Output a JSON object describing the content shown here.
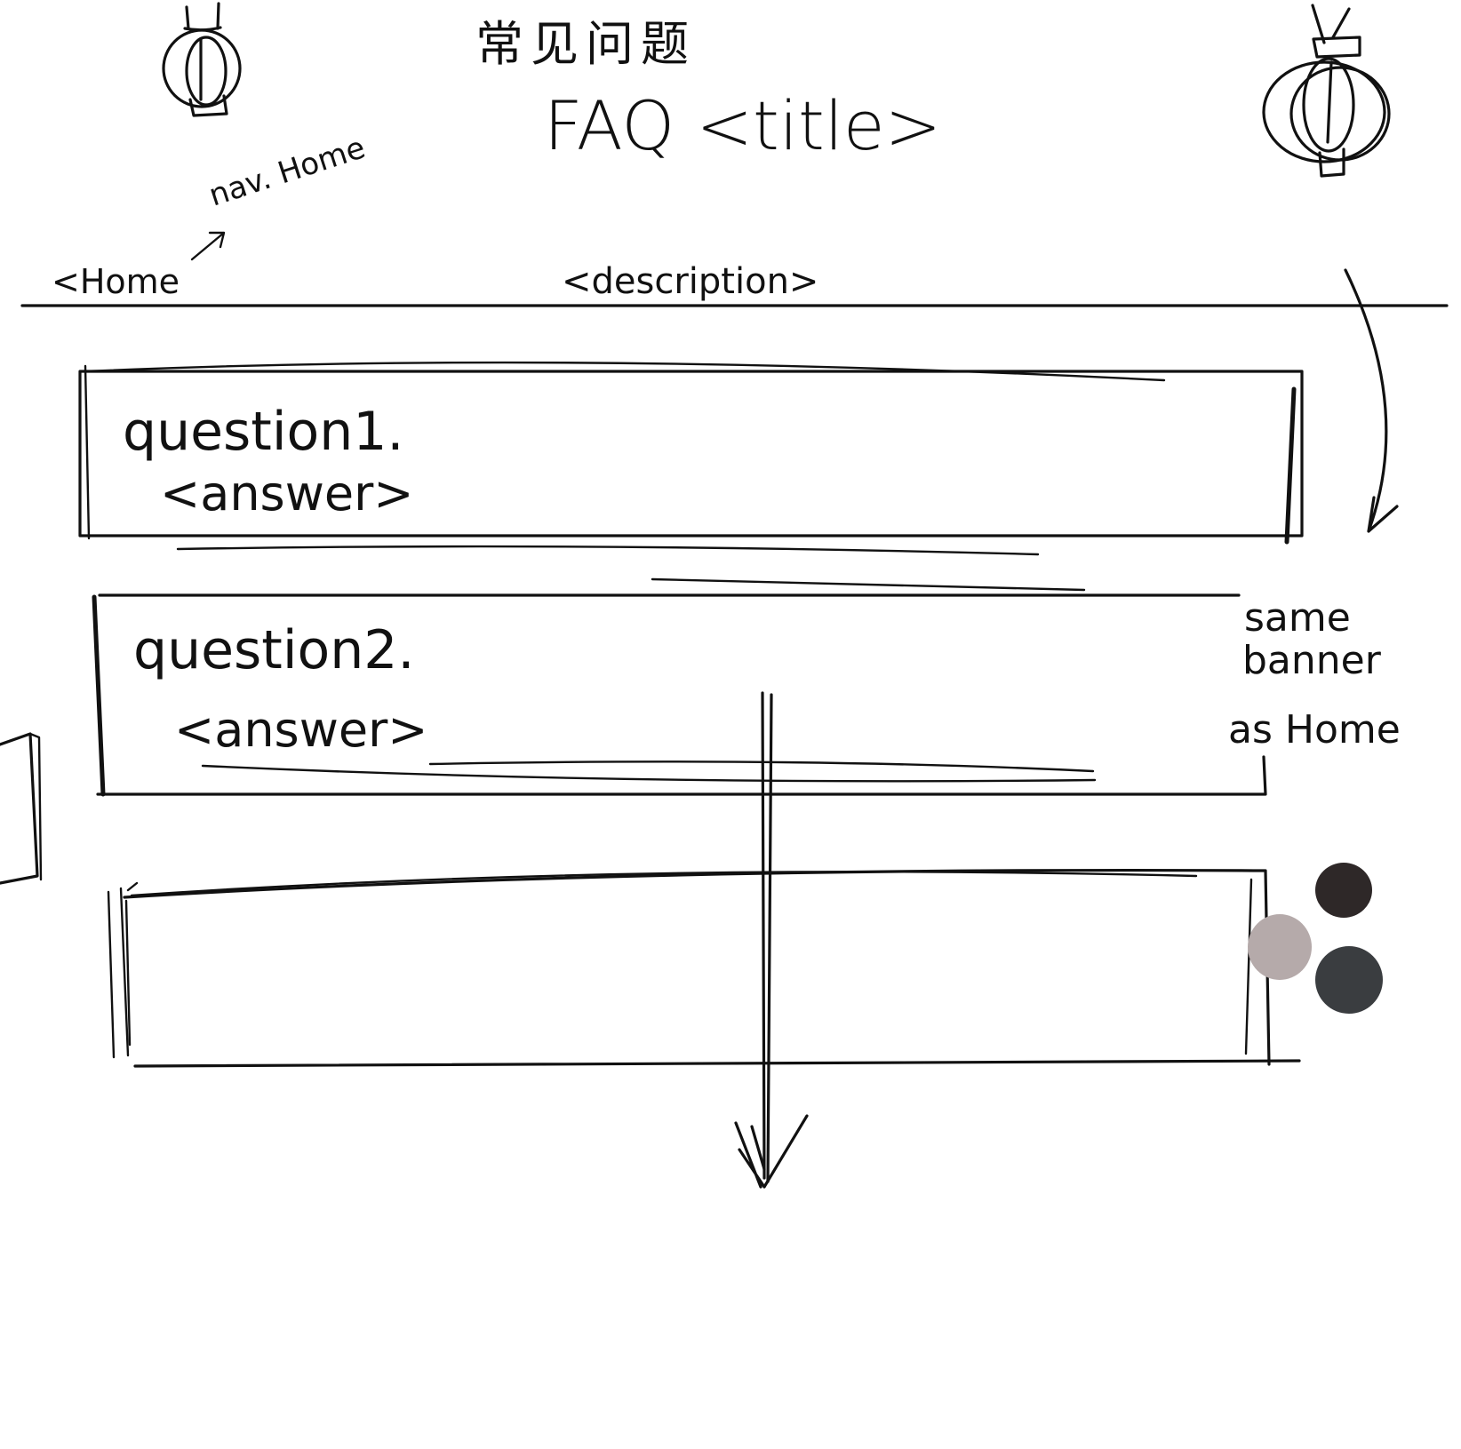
{
  "header": {
    "title_zh": "常见问题",
    "title": "FAQ <title>",
    "home_link": "<Home",
    "nav_note": "nav. Home",
    "description": "<description>"
  },
  "banner_note": [
    "same",
    "banner",
    "as Home"
  ],
  "faq": [
    {
      "question": "question1.",
      "answer": "<answer>"
    },
    {
      "question": "question2.",
      "answer": "<answer>"
    },
    {
      "question": "",
      "answer": ""
    }
  ],
  "decorations": {
    "left_lantern": "lantern-icon",
    "right_lantern": "lantern-icon",
    "dots": [
      "#2e2828",
      "#b5aaaa",
      "#3a3d40"
    ]
  }
}
